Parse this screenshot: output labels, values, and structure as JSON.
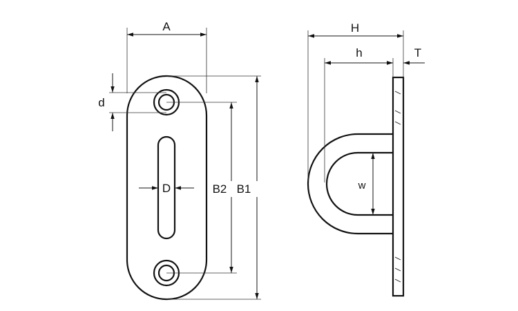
{
  "labels": {
    "A": "A",
    "d": "d",
    "D": "D",
    "B2": "B2",
    "B1": "B1",
    "H": "H",
    "h": "h",
    "T": "T",
    "w": "w"
  }
}
